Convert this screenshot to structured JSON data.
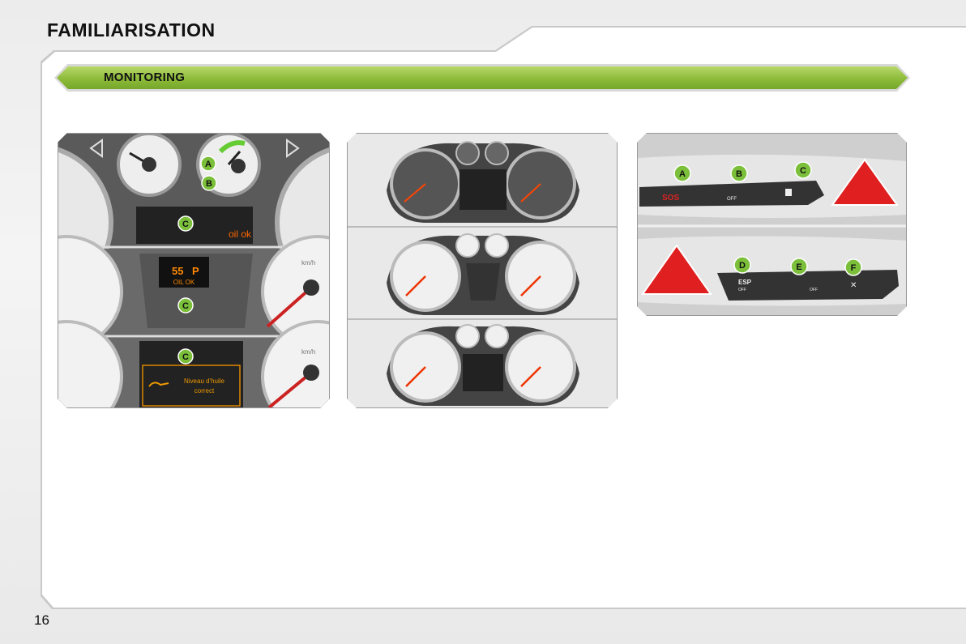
{
  "header": {
    "title": "FAMILIARISATION"
  },
  "section": {
    "label": "MONITORING"
  },
  "panel1": {
    "labels": {
      "a": "A",
      "b": "B",
      "c": "C"
    },
    "display_oil_ok": "OIL OK",
    "display_speed": "55",
    "display_gear": "P",
    "display_msg_line1": "Niveau d'huile",
    "display_msg_line2": "correct",
    "unit": "km/h"
  },
  "panel3": {
    "labels": {
      "a": "A",
      "b": "B",
      "c": "C",
      "d": "D",
      "e": "E",
      "f": "F"
    },
    "sos": "SOS",
    "esp": "ESP",
    "off": "OFF"
  },
  "footer": {
    "page_number": "16"
  }
}
